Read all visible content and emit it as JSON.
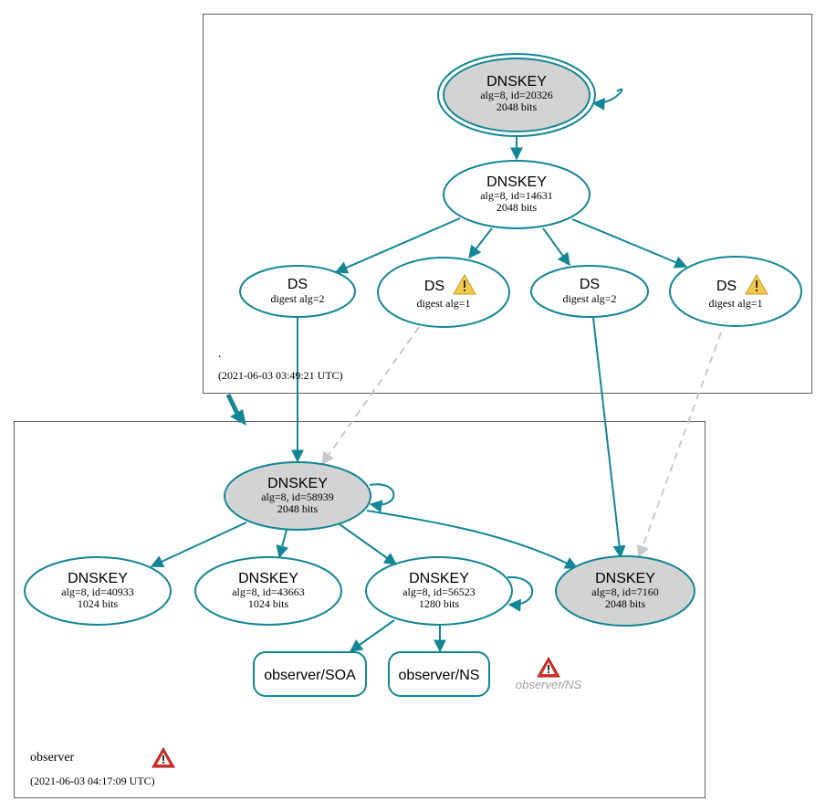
{
  "colors": {
    "edge": "#138696",
    "edge_dashed": "#c8c8c8",
    "node_fill_ksk": "#d3d3d3",
    "warning": "#f2c94c",
    "error": "#d6322b"
  },
  "zones": {
    "root": {
      "label": ".",
      "timestamp": "(2021-06-03 03:49:21 UTC)"
    },
    "observer": {
      "label": "observer",
      "timestamp": "(2021-06-03 04:17:09 UTC)",
      "status_icon": "error-icon"
    }
  },
  "nodes": {
    "root_ksk": {
      "title": "DNSKEY",
      "line1": "alg=8, id=20326",
      "line2": "2048 bits"
    },
    "root_zsk": {
      "title": "DNSKEY",
      "line1": "alg=8, id=14631",
      "line2": "2048 bits"
    },
    "ds1": {
      "title": "DS",
      "line1": "digest alg=2"
    },
    "ds2": {
      "title": "DS",
      "line1": "digest alg=1",
      "status_icon": "warning-icon"
    },
    "ds3": {
      "title": "DS",
      "line1": "digest alg=2"
    },
    "ds4": {
      "title": "DS",
      "line1": "digest alg=1",
      "status_icon": "warning-icon"
    },
    "obs_ksk": {
      "title": "DNSKEY",
      "line1": "alg=8, id=58939",
      "line2": "2048 bits"
    },
    "obs_40933": {
      "title": "DNSKEY",
      "line1": "alg=8, id=40933",
      "line2": "1024 bits"
    },
    "obs_43663": {
      "title": "DNSKEY",
      "line1": "alg=8, id=43663",
      "line2": "1024 bits"
    },
    "obs_56523": {
      "title": "DNSKEY",
      "line1": "alg=8, id=56523",
      "line2": "1280 bits"
    },
    "obs_7160": {
      "title": "DNSKEY",
      "line1": "alg=8, id=7160",
      "line2": "2048 bits"
    },
    "rr_soa": {
      "title": "observer/SOA"
    },
    "rr_ns": {
      "title": "observer/NS"
    },
    "rr_ns_error": {
      "title": "observer/NS",
      "status_icon": "error-icon"
    }
  }
}
